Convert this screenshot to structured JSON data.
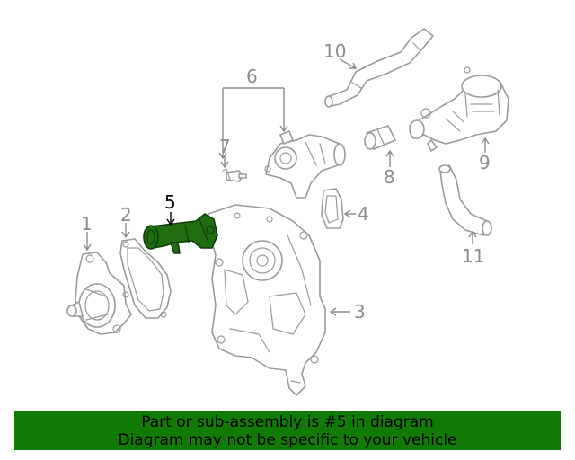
{
  "callouts": {
    "c1": "1",
    "c2": "2",
    "c3": "3",
    "c4": "4",
    "c5": "5",
    "c6": "6",
    "c7": "7",
    "c8": "8",
    "c9": "9",
    "c10": "10",
    "c11": "11"
  },
  "highlight": {
    "part": "5",
    "color": "#117a05"
  },
  "banner": {
    "line1": "Part or sub-assembly is #5 in diagram",
    "line2": "Diagram may not be specific to your vehicle"
  }
}
